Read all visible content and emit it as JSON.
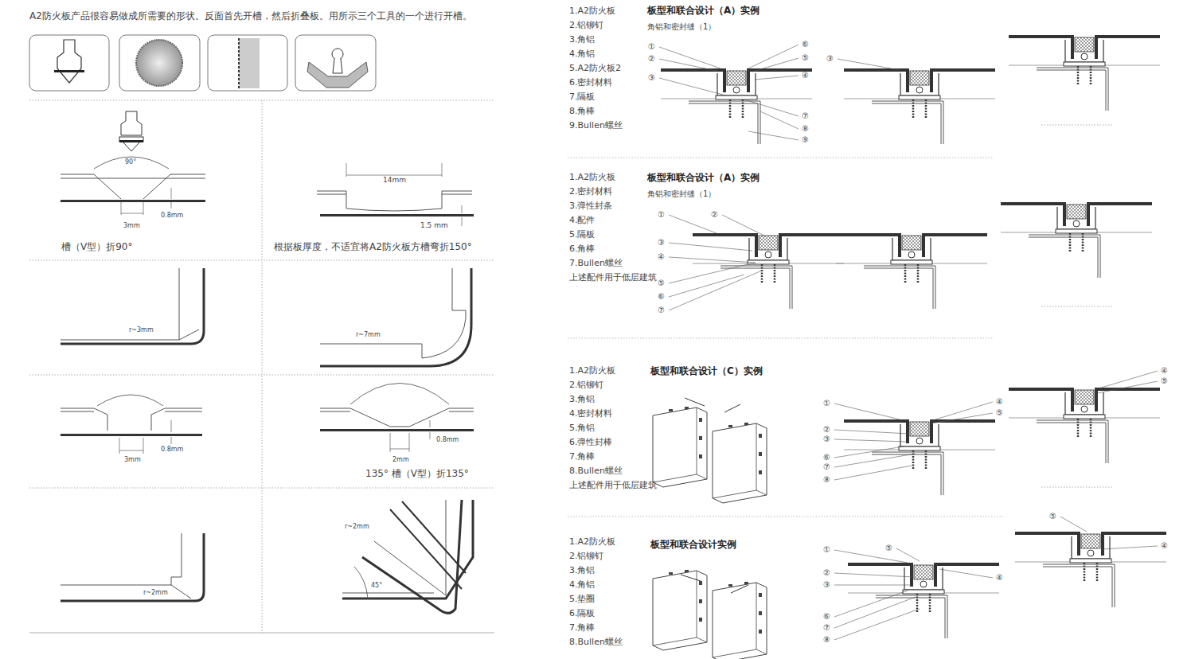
{
  "diagram": {
    "labels": [
      "A2防火板产品很容易做成所需要的形状。反面首先开槽，然后折叠板。用所示三个工具的一个进行开槽。",
      "90°",
      "3mm",
      "0.8mm",
      "槽（V型）折90°",
      "14mm",
      "1.5 mm",
      "根据板厚度，不适宜将A2防火板方槽弯折150°",
      "r~3mm",
      "r~7mm",
      "3mm",
      "0.8mm",
      "0.8mm",
      "2mm",
      "135°  槽（V型）折135°",
      "r~2mm",
      "r~2mm",
      "45°",
      "1.A2防火板",
      "2.铝铆钉",
      "3.角铝",
      "4.角铝",
      "5.A2防火板2",
      "6.密封材料",
      "7.隔板",
      "8.角棒",
      "9.Bullen螺丝",
      "板型和联合设计（A）实例",
      "角铝和密封缝（1）",
      "①",
      "②",
      "③",
      "⑥",
      "⑤",
      "④",
      "⑦",
      "⑧",
      "⑨",
      "③",
      "1.A2防火板",
      "2.密封材料",
      "3.弹性封条",
      "4.配件",
      "5.隔板",
      "6.角棒",
      "7.Bullen螺丝",
      "上述配件用于低层建筑",
      "板型和联合设计（A）实例",
      "角铝和密封缝（1）",
      "①",
      "②",
      "③",
      "④",
      "⑤",
      "⑥",
      "⑦",
      "1.A2防火板",
      "2.铝铆钉",
      "3.角铝",
      "4.密封材料",
      "5.角铝",
      "6.弹性封棒",
      "7.角棒",
      "8.Bullen螺丝",
      "上述配件用于低层建筑",
      "板型和联合设计（C）实例",
      "①",
      "④",
      "⑤",
      "②",
      "③",
      "⑥",
      "⑦",
      "⑧",
      "④",
      "⑤",
      "1.A2防火板",
      "2.铝铆钉",
      "3.角铝",
      "4.角铝",
      "5.垫圈",
      "6.隔板",
      "7.角棒",
      "8.Bullen螺丝",
      "板型和联合设计实例",
      "①",
      "⑤",
      "④",
      "②",
      "③",
      "⑥",
      "⑦",
      "⑧",
      "⑤",
      "④"
    ]
  }
}
